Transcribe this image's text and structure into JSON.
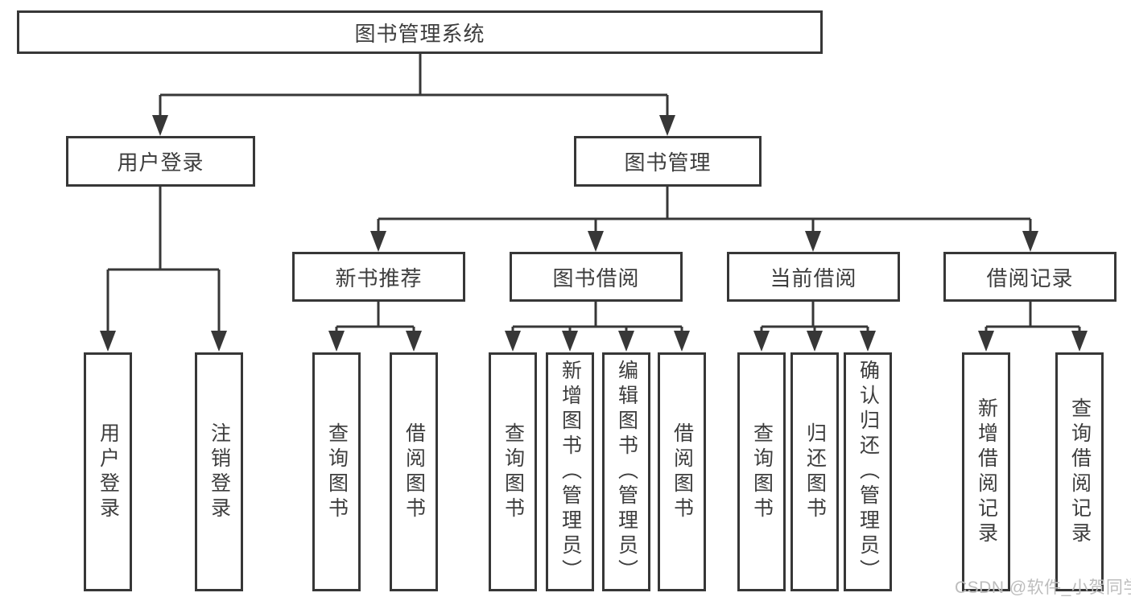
{
  "nodes": {
    "root": "图书管理系统",
    "userLogin": "用户登录",
    "bookMgmt": "图书管理",
    "newBookRec": "新书推荐",
    "bookBorrow": "图书借阅",
    "currentBorrow": "当前借阅",
    "borrowRecord": "借阅记录",
    "leafUserLogin": "用户登录",
    "leafLogout": "注销登录",
    "leafNbQuery": "查询图书",
    "leafNbBorrow": "借阅图书",
    "leafBbQuery": "查询图书",
    "leafBbAdd": "新增图书（管理员）",
    "leafBbEdit": "编辑图书（管理员）",
    "leafBbBorrow": "借阅图书",
    "leafCbQuery": "查询图书",
    "leafCbReturn": "归还图书",
    "leafCbConfirm": "确认归还（管理员）",
    "leafBrAdd": "新增借阅记录",
    "leafBrQuery": "查询借阅记录"
  },
  "watermark": "CSDN @软件_小贺同学",
  "colors": {
    "line": "#373737",
    "text": "#3d3d3d",
    "watermark": "#bdbdbd",
    "background": "#ffffff"
  }
}
